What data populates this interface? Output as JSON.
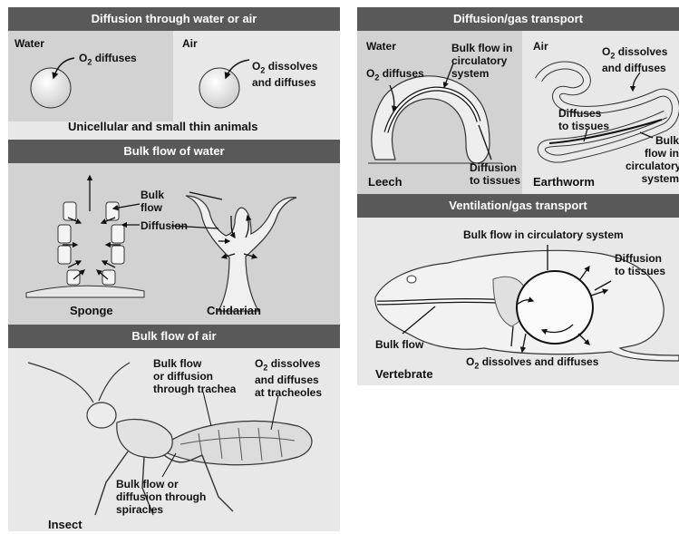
{
  "left_panel": {
    "section1": {
      "title": "Diffusion through water or air",
      "water_label": "Water",
      "air_label": "Air",
      "water_text": "O2 diffuses",
      "air_text_1": "O2 dissolves",
      "air_text_2": "and diffuses",
      "caption": "Unicellular and small thin animals"
    },
    "section2": {
      "title": "Bulk flow of water",
      "bulk_flow_1": "Bulk",
      "bulk_flow_2": "flow",
      "diffusion": "Diffusion",
      "sponge": "Sponge",
      "cnidarian": "Cnidarian"
    },
    "section3": {
      "title": "Bulk flow of air",
      "trachea_1": "Bulk flow",
      "trachea_2": "or diffusion",
      "trachea_3": "through trachea",
      "tracheoles_1": "O2 dissolves",
      "tracheoles_2": "and diffuses",
      "tracheoles_3": "at tracheoles",
      "spiracles_1": "Bulk flow or",
      "spiracles_2": "diffusion through",
      "spiracles_3": "spiracles",
      "insect": "Insect"
    }
  },
  "right_panel": {
    "section1": {
      "title": "Diffusion/gas transport",
      "water_label": "Water",
      "air_label": "Air",
      "o2_diffuses": "O2 diffuses",
      "bulk_circ_1": "Bulk flow in",
      "bulk_circ_2": "circulatory",
      "bulk_circ_3": "system",
      "diffusion_tissues_1": "Diffusion",
      "diffusion_tissues_2": "to tissues",
      "o2_dissolves_1": "O2 dissolves",
      "o2_dissolves_2": "and diffuses",
      "diffuses_tissues_1": "Diffuses",
      "diffuses_tissues_2": "to tissues",
      "worm_bulk_1": "Bulk",
      "worm_bulk_2": "flow in",
      "worm_bulk_3": "circulatory",
      "worm_bulk_4": "system",
      "leech": "Leech",
      "earthworm": "Earthworm"
    },
    "section2": {
      "title": "Ventilation/gas transport",
      "bulk_circ": "Bulk flow in circulatory system",
      "diffusion_1": "Diffusion",
      "diffusion_2": "to tissues",
      "bulk_flow": "Bulk flow",
      "o2_dissolves": "O2 dissolves and diffuses",
      "vertebrate": "Vertebrate"
    }
  },
  "colors": {
    "header_bg": "#595959",
    "panel_bg": "#e8e8e8",
    "panel_dark": "#d2d2d2"
  }
}
